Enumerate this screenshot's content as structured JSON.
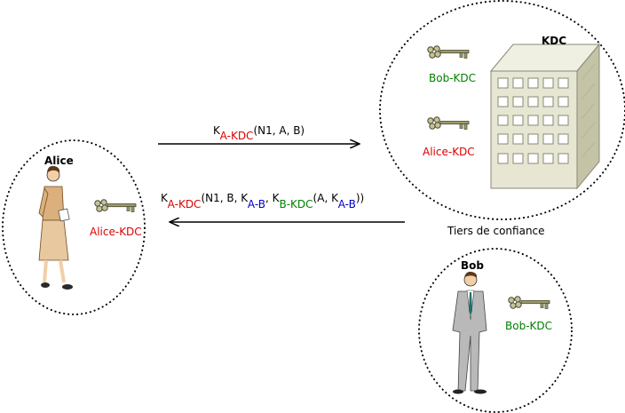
{
  "actors": {
    "alice": {
      "name": "Alice",
      "key_label": "Alice-KDC"
    },
    "bob": {
      "name": "Bob",
      "key_label": "Bob-KDC"
    },
    "kdc": {
      "name": "KDC",
      "caption": "Tiers de confiance",
      "key_bob_label": "Bob-KDC",
      "key_alice_label": "Alice-KDC"
    }
  },
  "messages": {
    "request": {
      "k": "K",
      "sub": "A-KDC",
      "args": "(N1, A, B)"
    },
    "reply": {
      "k1": "K",
      "sub1": "A-KDC",
      "args1": "(N1, B, K",
      "sub2": "A-B",
      "sep": ", K",
      "sub3": "B-KDC",
      "args2": "(A, K",
      "sub4": "A-B",
      "end": "))"
    }
  },
  "colors": {
    "alice_key_label": "#dd0000",
    "bob_key_label": "#008000",
    "session_key": "#0000cc",
    "key_metal": "#9c9a6a",
    "building": "#e6e6d2"
  }
}
